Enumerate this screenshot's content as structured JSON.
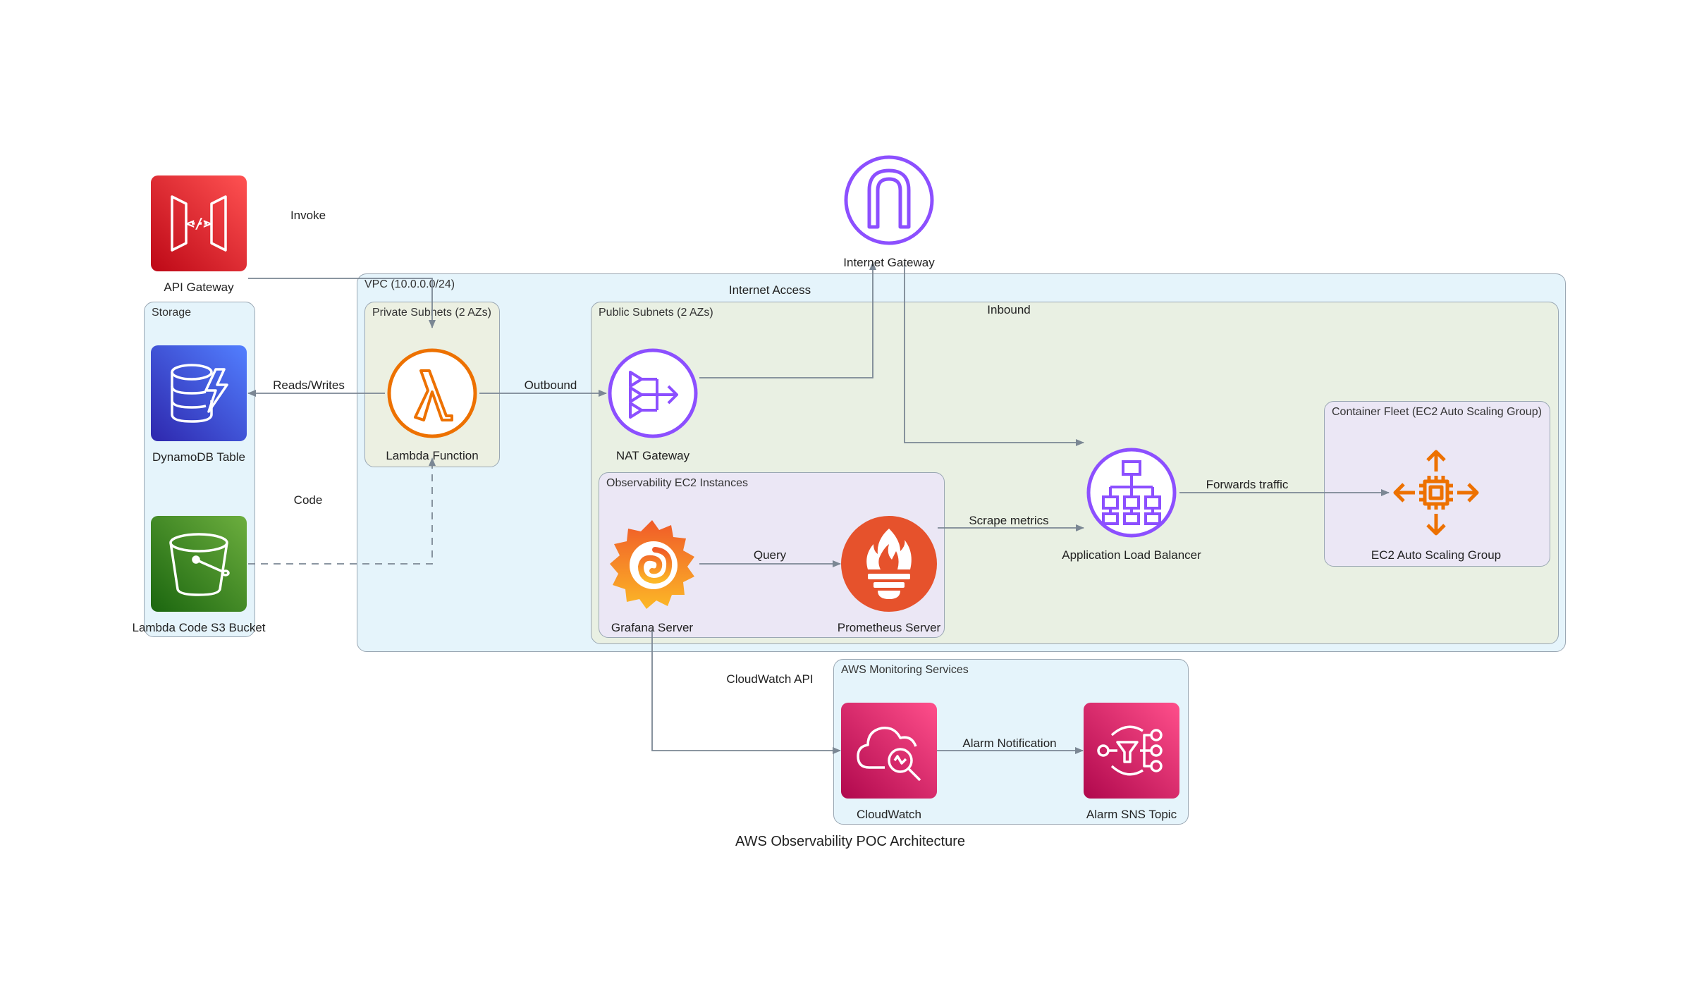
{
  "title": "AWS Observability POC Architecture",
  "clusters": {
    "vpc": "VPC (10.0.0.0/24)",
    "storage": "Storage",
    "private": "Private Subnets (2 AZs)",
    "public": "Public Subnets (2 AZs)",
    "observability": "Observability EC2 Instances",
    "fleet": "Container Fleet (EC2 Auto Scaling Group)",
    "monitoring": "AWS Monitoring Services"
  },
  "nodes": {
    "api_gateway": "API Gateway",
    "internet_gateway": "Internet Gateway",
    "dynamodb": "DynamoDB Table",
    "lambda": "Lambda Function",
    "s3": "Lambda Code S3 Bucket",
    "nat": "NAT Gateway",
    "grafana": "Grafana Server",
    "prometheus": "Prometheus Server",
    "alb": "Application Load Balancer",
    "asg": "EC2 Auto Scaling Group",
    "cloudwatch": "CloudWatch",
    "sns": "Alarm SNS Topic"
  },
  "edges": {
    "invoke": "Invoke",
    "internet_access": "Internet Access",
    "inbound": "Inbound",
    "reads_writes": "Reads/Writes",
    "outbound": "Outbound",
    "code": "Code",
    "forwards": "Forwards traffic",
    "scrape": "Scrape metrics",
    "query": "Query",
    "cloudwatch_api": "CloudWatch API",
    "alarm": "Alarm Notification"
  },
  "colors": {
    "api_gateway": "#e7157b",
    "compute": "#ed7100",
    "database": "#3b48cc",
    "storage": "#3f8624",
    "networking": "#8c4fff",
    "management": "#e7157b",
    "edge": "#7b8794"
  }
}
